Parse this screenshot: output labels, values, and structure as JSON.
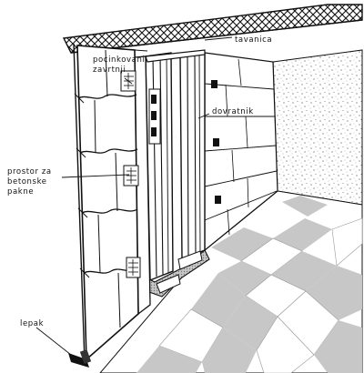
{
  "diagram": {
    "labels": {
      "ceiling": "tavanica",
      "galvanized_screws_line1": "pocinkovani",
      "galvanized_screws_line2": "zavrtnji",
      "frame": "dovratnik",
      "concrete_dowel_space_line1": "prostor za",
      "concrete_dowel_space_line2": "betonske",
      "concrete_dowel_space_line3": "pakne",
      "adhesive": "lepak"
    }
  }
}
